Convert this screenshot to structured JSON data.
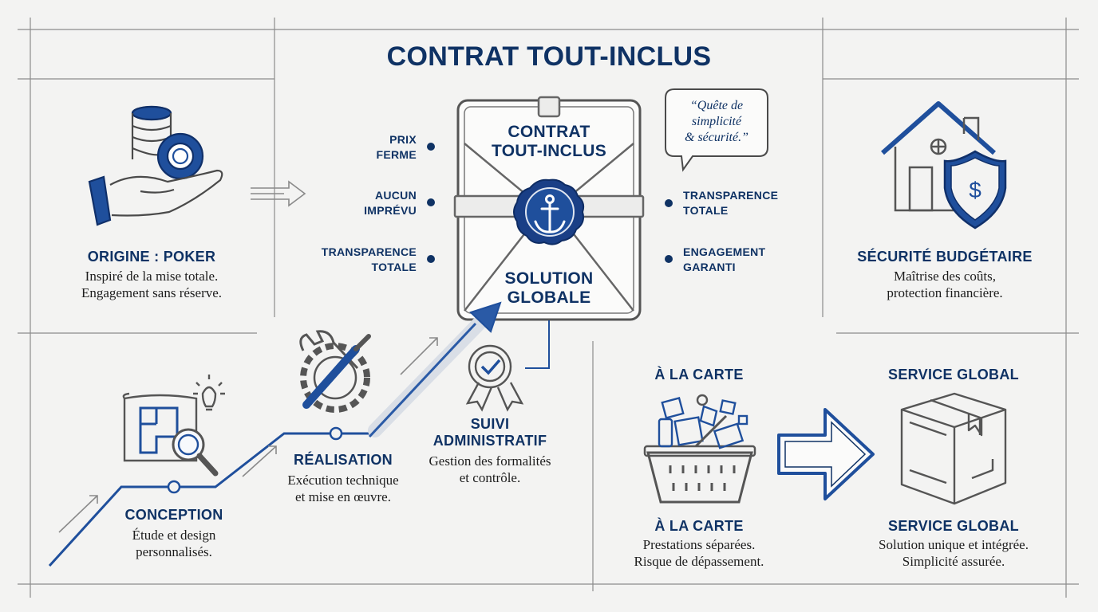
{
  "title": "CONTRAT TOUT-INCLUS",
  "colors": {
    "navy": "#0f3264",
    "blue": "#1f4f9c",
    "gray": "#555555",
    "background": "#f3f3f2"
  },
  "origin": {
    "title": "ORIGINE : POKER",
    "line1": "Inspiré de la mise totale.",
    "line2": "Engagement sans réserve.",
    "icon": "poker-chips-hand-icon"
  },
  "contract": {
    "top_line1": "CONTRAT",
    "top_line2": "TOUT-INCLUS",
    "bottom_line1": "SOLUTION",
    "bottom_line2": "GLOBALE",
    "seal_icon": "anchor-icon"
  },
  "features_left": [
    {
      "line1": "PRIX",
      "line2": "FERME"
    },
    {
      "line1": "AUCUN",
      "line2": "IMPRÉVU"
    },
    {
      "line1": "TRANSPARENCE",
      "line2": "TOTALE"
    }
  ],
  "features_right": [
    {
      "line1": "TRANSPARENCE",
      "line2": "TOTALE"
    },
    {
      "line1": "ENGAGEMENT",
      "line2": "GARANTI"
    }
  ],
  "quote": {
    "line1": "“Quête de",
    "line2": "simplicité",
    "line3": "& sécurité.”"
  },
  "security": {
    "title": "SÉCURITÉ BUDGÉTAIRE",
    "line1": "Maîtrise des coûts,",
    "line2": "protection financière.",
    "icon": "house-shield-icon"
  },
  "timeline": {
    "conception": {
      "title": "CONCEPTION",
      "line1": "Étude et design",
      "line2": "personnalisés.",
      "icon": "blueprint-icon"
    },
    "realisation": {
      "title": "RÉALISATION",
      "line1": "Exécution technique",
      "line2": "et mise en œuvre.",
      "icon": "wrench-gear-icon"
    },
    "suivi": {
      "title_line1": "SUIVI",
      "title_line2": "ADMINISTRATIF",
      "line1": "Gestion des formalités",
      "line2": "et contrôle.",
      "icon": "award-ribbon-icon"
    }
  },
  "comparison": {
    "carte": {
      "header": "À LA CARTE",
      "title": "À LA CARTE",
      "line1": "Prestations séparées.",
      "line2": "Risque de dépassement.",
      "icon": "shopping-basket-icon"
    },
    "global": {
      "header": "SERVICE GLOBAL",
      "title": "SERVICE GLOBAL",
      "line1": "Solution unique et intégrée.",
      "line2": "Simplicité assurée.",
      "icon": "box-icon"
    }
  }
}
